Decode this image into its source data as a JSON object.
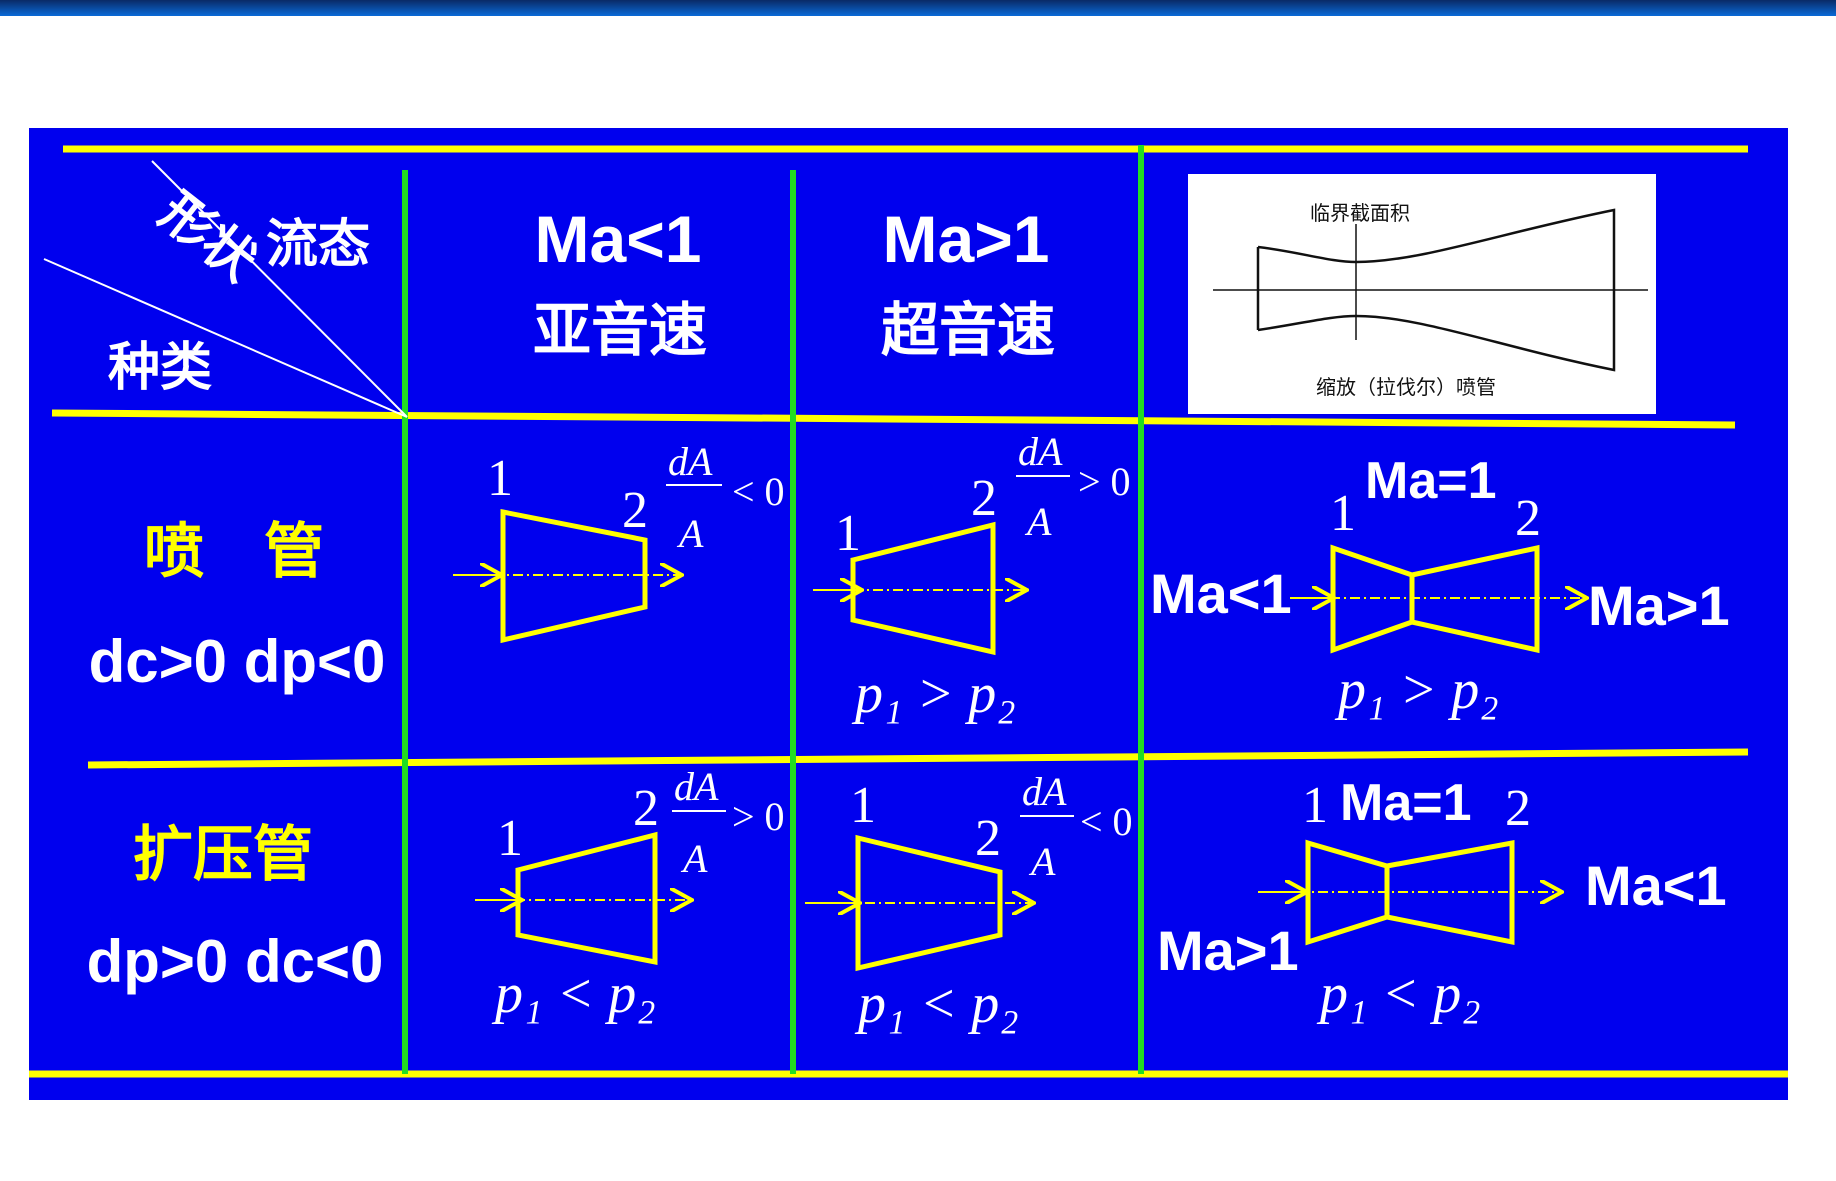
{
  "header": {
    "corner_top": "流态",
    "corner_mid": "形状",
    "corner_bottom": "种类",
    "col1_ma": "Ma<1",
    "col1_label": "亚音速",
    "col2_ma": "Ma>1",
    "col2_label": "超音速",
    "inset_top_label": "临界截面积",
    "inset_bottom_label": "缩放（拉伐尔）喷管"
  },
  "rows": {
    "nozzle_title": "喷　管",
    "nozzle_cond": "dc>0 dp<0",
    "diffuser_title": "扩压管",
    "diffuser_cond": "dp>0 dc<0"
  },
  "labels": {
    "n1": "1",
    "n2": "2",
    "dA": "dA",
    "A": "A",
    "lt0": "< 0",
    "gt0": "> 0",
    "ma_eq1": "Ma=1",
    "ma_lt1": "Ma<1",
    "ma_gt1": "Ma>1",
    "p1_gt_p2": "p₁ > p₂",
    "p1_lt_p2": "p₁ < p₂"
  },
  "colors": {
    "panel": "#0000ee",
    "yellow_line": "#ffff00",
    "green_line": "#22dd22",
    "text_white": "#ffffff",
    "text_yellow": "#ffff00"
  }
}
